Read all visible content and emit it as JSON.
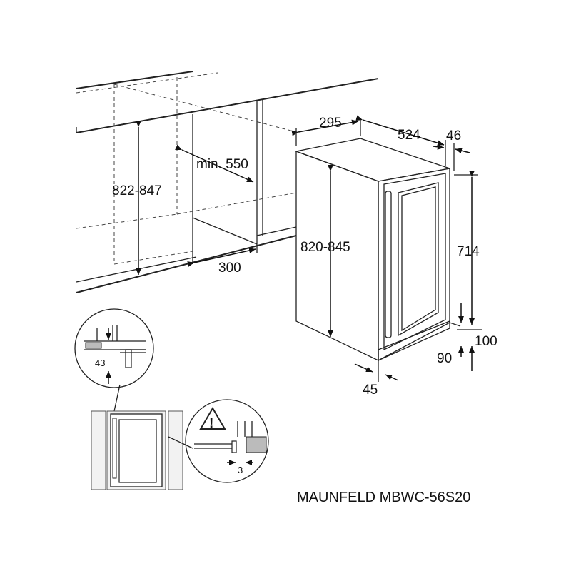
{
  "diagram": {
    "dimensions": {
      "niche_height": "822-847",
      "niche_depth_min": "min. 550",
      "niche_width": "300",
      "unit_width": "295",
      "unit_depth": "524",
      "door_protrusion": "46",
      "unit_height": "820-845",
      "door_height": "714",
      "plinth_100": "100",
      "plinth_90": "90",
      "side_gap": "45",
      "detail_top": "43",
      "detail_side": "3"
    },
    "model_label": "MAUNFELD MBWC-56S20",
    "warning_symbol": "!"
  }
}
